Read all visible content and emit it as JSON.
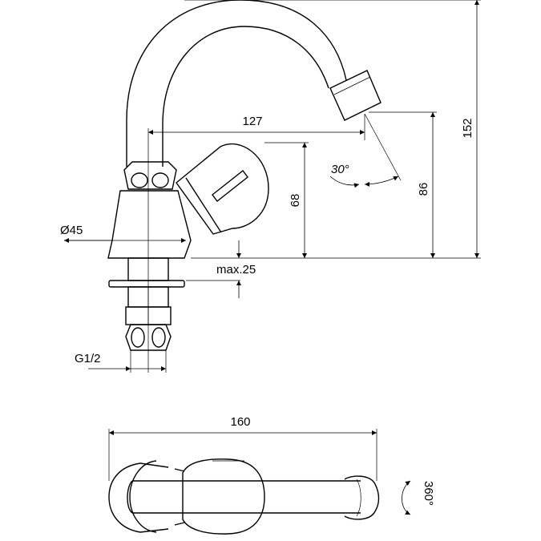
{
  "dimensions": {
    "reach": "127",
    "height_total": "152",
    "height_outlet": "86",
    "height_handle": "68",
    "diameter_base": "Ø45",
    "max_thickness": "max.25",
    "thread": "G1/2",
    "length_top": "160",
    "spout_angle": "30°",
    "rotation": "360°"
  },
  "icons": [
    "arrow-head-icon",
    "rotation-arrow-icon"
  ],
  "colors": {
    "line": "#000000",
    "background": "#ffffff"
  }
}
